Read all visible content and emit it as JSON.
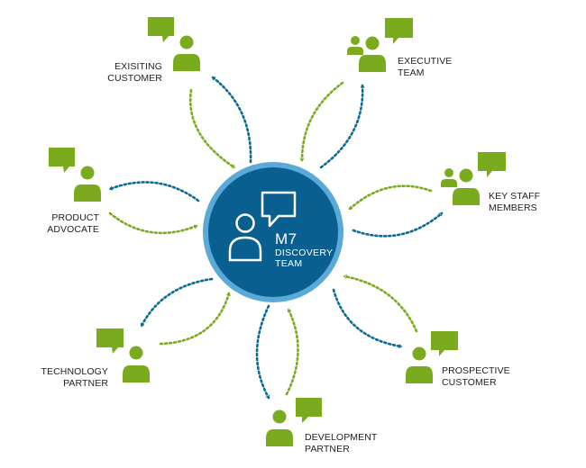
{
  "center": {
    "title": "M7",
    "line1": "DISCOVERY",
    "line2": "TEAM"
  },
  "nodes": {
    "existing_customer": {
      "line1": "EXISITING",
      "line2": "CUSTOMER"
    },
    "executive_team": {
      "line1": "EXECUTIVE",
      "line2": "TEAM"
    },
    "key_staff_members": {
      "line1": "KEY STAFF",
      "line2": "MEMBERS"
    },
    "product_advocate": {
      "line1": "PRODUCT",
      "line2": "ADVOCATE"
    },
    "technology_partner": {
      "line1": "TECHNOLOGY",
      "line2": "PARTNER"
    },
    "development_partner": {
      "line1": "DEVELOPMENT",
      "line2": "PARTNER"
    },
    "prospective_customer": {
      "line1": "PROSPECTIVE",
      "line2": "CUSTOMER"
    }
  },
  "colors": {
    "green": "#7aab1f",
    "blue": "#0a6a96",
    "center_outer": "#5aa9d6",
    "center_inner": "#0a5f91",
    "text": "#1f1f1f"
  },
  "icons": {
    "person": "person-icon",
    "chat": "speech-bubble-icon",
    "group": "group-icon"
  }
}
